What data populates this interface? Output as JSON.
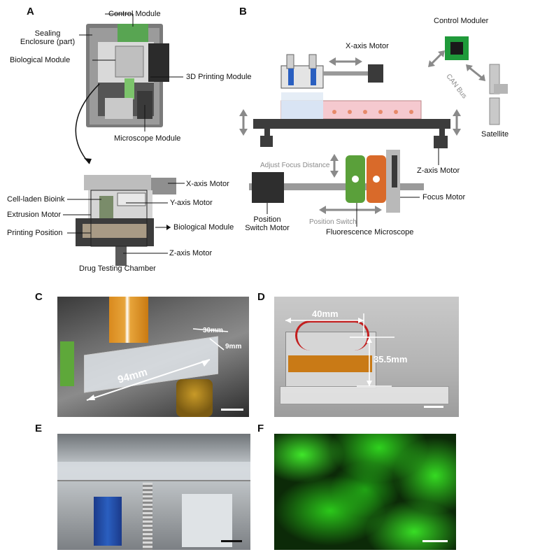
{
  "panels": {
    "a": "A",
    "b": "B",
    "c": "C",
    "d": "D",
    "e": "E",
    "f": "F"
  },
  "panel_a": {
    "control_module": "Control Module",
    "sealing_enclosure": "Sealing\nEnclosure (part)",
    "biological_module": "Biological Module",
    "printing_module": "3D Printing Module",
    "microscope_module": "Microscope Module",
    "x_axis_motor": "X-axis Motor",
    "cell_laden_bioink": "Cell-laden Bioink",
    "y_axis_motor": "Y-axis Motor",
    "extrusion_motor": "Extrusion Motor",
    "printing_position": "Printing Position",
    "biological_module_2": "Biological Module",
    "z_axis_motor": "Z-axis Motor",
    "drug_testing_chamber": "Drug Testing Chamber"
  },
  "panel_b": {
    "x_axis_motor": "X-axis Motor",
    "control_moduler": "Control Moduler",
    "can_bus": "CAN Bus",
    "satellite": "Satellite",
    "z_axis_motor": "Z-axis Motor",
    "adjust_focus_distance": "Adjust Focus Distance",
    "focus_motor": "Focus Motor",
    "position_switch_motor": "Position\nSwitch Motor",
    "position_switch": "Position Switch",
    "fluorescence_microscope": "Fluorescence Microscope"
  },
  "panel_c": {
    "dim_30": "30mm",
    "dim_9": "9mm",
    "dim_94": "94mm"
  },
  "panel_d": {
    "dim_40": "40mm",
    "dim_35": "35.5mm"
  },
  "colors": {
    "fluorescence_green": "#2ad21a",
    "microscope_green": "#5aa03a",
    "microscope_orange": "#d96a2a",
    "led_blue": "#2a5fc0"
  }
}
